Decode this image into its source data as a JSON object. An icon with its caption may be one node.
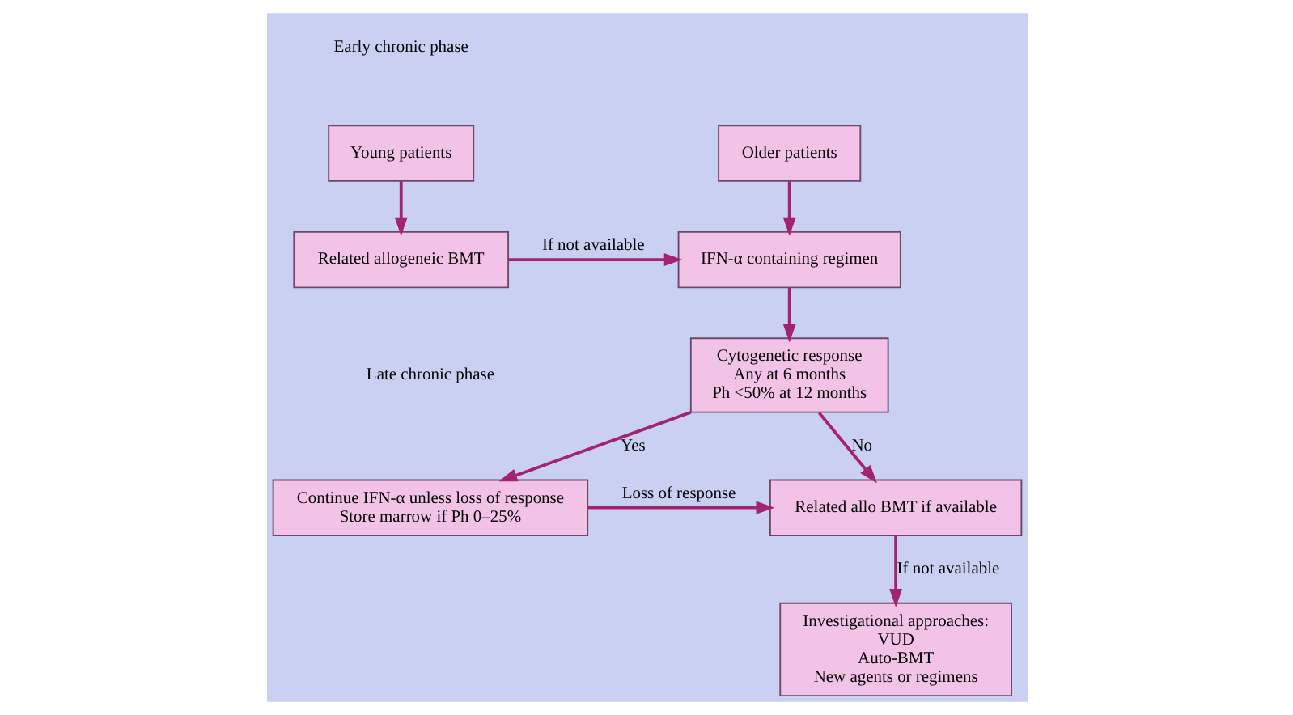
{
  "diagram": {
    "nodes": [
      {
        "text": [
          "Young patients"
        ]
      },
      {
        "text": [
          "Older patients"
        ]
      },
      {
        "text": [
          "Related allogeneic BMT"
        ]
      },
      {
        "text": [
          "IFN-α containing regimen"
        ]
      },
      {
        "text": [
          "Cytogenetic response",
          "Any at 6 months",
          "Ph <50% at 12 months"
        ]
      },
      {
        "text": [
          "Continue IFN-α unless loss of response",
          "Store marrow if Ph 0–25%"
        ]
      },
      {
        "text": [
          "Related allo BMT if available"
        ]
      },
      {
        "text": [
          "Investigational approaches:",
          "VUD",
          "Auto-BMT",
          "New agents or regimens"
        ]
      }
    ],
    "edges": [
      {
        "from": 0,
        "to": 2,
        "arrow": "to"
      },
      {
        "from": 1,
        "to": 3,
        "arrow": "to"
      },
      {
        "from": 2,
        "to": 3,
        "arrow": "to",
        "label": "If not available"
      },
      {
        "from": 3,
        "to": 4,
        "arrow": "to"
      },
      {
        "from": 4,
        "to": 5,
        "arrow": "to",
        "label": "Yes"
      },
      {
        "from": 4,
        "to": 6,
        "arrow": "to",
        "label": "No"
      },
      {
        "from": 5,
        "to": 6,
        "arrow": "to",
        "label": "Loss of response"
      },
      {
        "from": 6,
        "to": 7,
        "arrow": "to",
        "label": "If not available"
      }
    ],
    "labels": [
      "Early chronic phase",
      "Late chronic phase"
    ]
  }
}
